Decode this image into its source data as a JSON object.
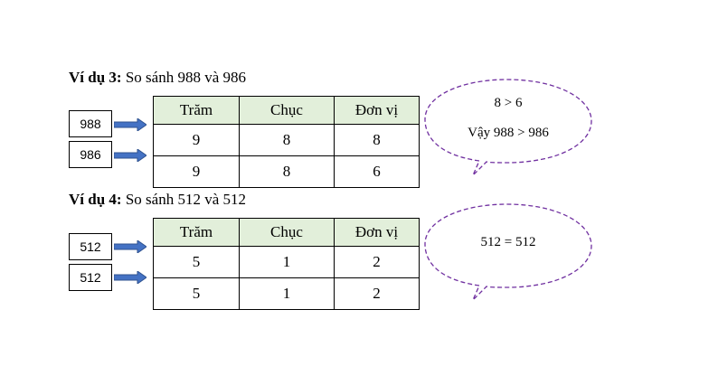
{
  "example3": {
    "title_bold": "Ví dụ 3:",
    "title_rest": " So sánh 988 và 986",
    "numbers": [
      "988",
      "986"
    ],
    "headers": [
      "Trăm",
      "Chục",
      "Đơn vị"
    ],
    "rows": [
      [
        "9",
        "8",
        "8"
      ],
      [
        "9",
        "8",
        "6"
      ]
    ],
    "bubble_lines": [
      "8 > 6",
      "Vậy 988 > 986"
    ]
  },
  "example4": {
    "title_bold": "Ví dụ 4:",
    "title_rest": " So sánh 512 và 512",
    "numbers": [
      "512",
      "512"
    ],
    "headers": [
      "Trăm",
      "Chục",
      "Đơn vị"
    ],
    "rows": [
      [
        "5",
        "1",
        "2"
      ],
      [
        "5",
        "1",
        "2"
      ]
    ],
    "bubble_lines": [
      "512 = 512"
    ]
  },
  "colors": {
    "header_fill": "#e2efda",
    "arrow": "#4472c4",
    "bubble_border": "#7030a0"
  }
}
